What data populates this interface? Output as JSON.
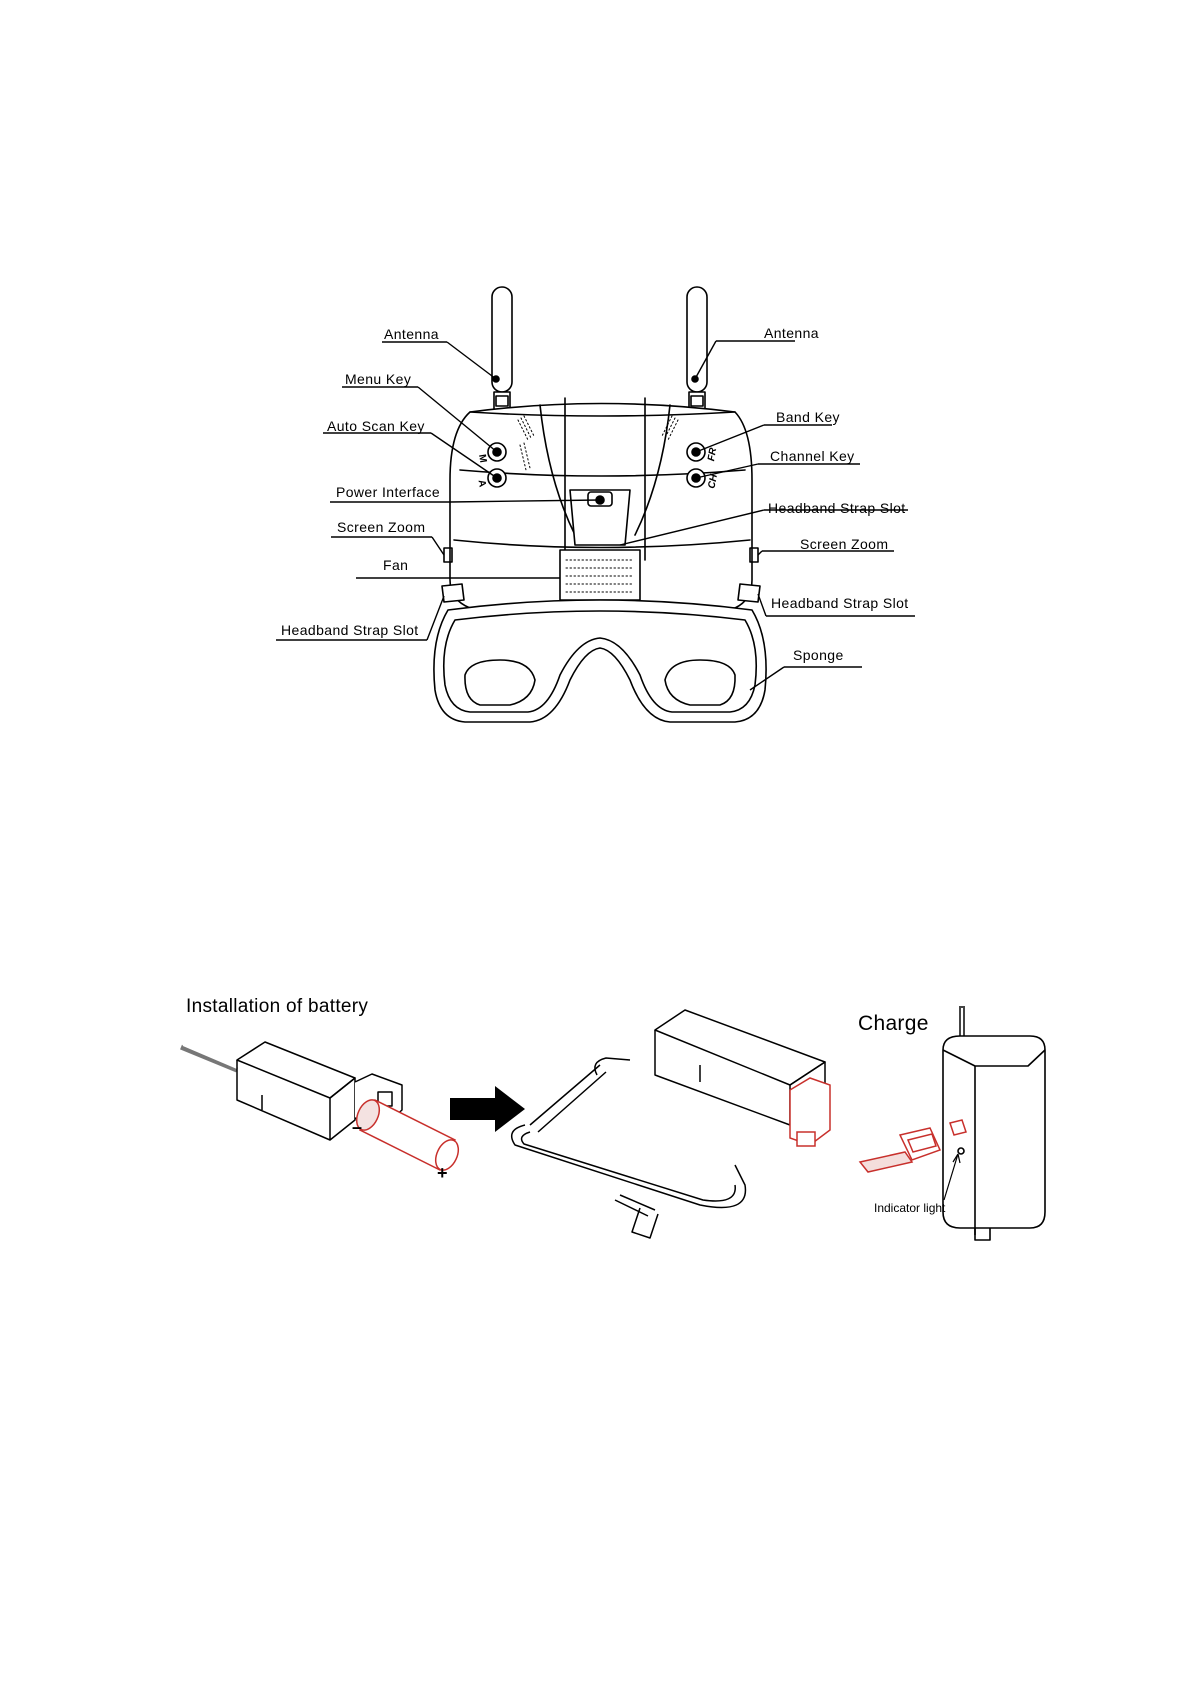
{
  "goggles_labels": {
    "antenna_left": "Antenna",
    "antenna_right": "Antenna",
    "menu_key": "Menu Key",
    "auto_scan_key": "Auto  Scan Key",
    "band_key": "Band  Key",
    "channel_key": "Channel  Key",
    "power_interface": "Power Interface",
    "headband_strap_slot_top": "Headband Strap Slot",
    "screen_zoom_left": "Screen Zoom",
    "screen_zoom_right": "Screen Zoom",
    "fan": "Fan",
    "headband_strap_slot_right": "Headband Strap Slot",
    "headband_strap_slot_left": "Headband Strap Slot",
    "sponge": "Sponge"
  },
  "button_glyphs": {
    "menu": "M",
    "auto_scan": "A",
    "band": "FR",
    "channel": "CH"
  },
  "battery_section": {
    "title": "Installation of battery",
    "minus": "–",
    "plus": "+"
  },
  "charge_section": {
    "title": "Charge",
    "indicator_light": "Indicator light"
  },
  "colors": {
    "line": "#000000",
    "accent_red": "#c8302c"
  }
}
